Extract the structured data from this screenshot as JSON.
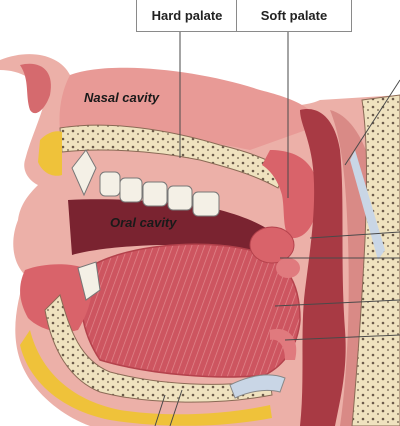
{
  "labels": {
    "hard_palate": "Hard palate",
    "soft_palate": "Soft palate",
    "nasal_cavity": "Nasal cavity",
    "oral_cavity": "Oral cavity"
  },
  "colors": {
    "skin": "#e9a7a0",
    "mucosa": "#d9636a",
    "muscle": "#c8505a",
    "bone": "#efe2bf",
    "fat": "#efc23a",
    "cavity_dark": "#7a2330",
    "leader_line": "#4a4a4a"
  }
}
